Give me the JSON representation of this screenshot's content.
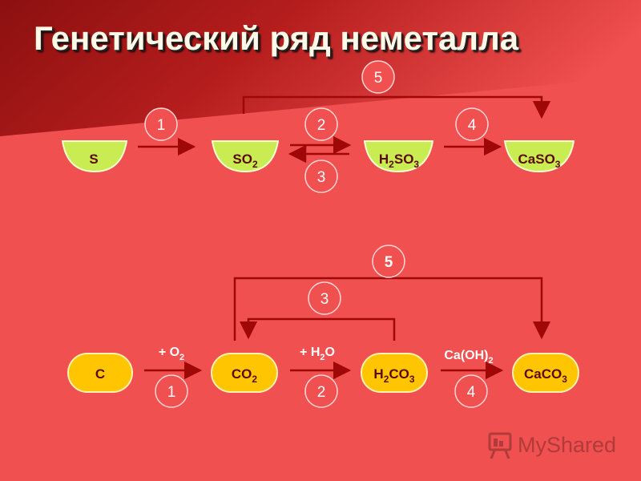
{
  "title": "Генетический ряд неметалла",
  "colors": {
    "background": "#f0504f",
    "dark_band": "#9a1616",
    "bowl_fill": "#c9ec52",
    "bowl_stroke": "#f7ffd0",
    "pill_fill": "#ffc600",
    "pill_stroke": "#fff2b0",
    "line": "#a00808",
    "circle_stroke": "#ffd6d6",
    "text_dark": "#5a0a0a"
  },
  "sulfur_chain": {
    "compounds": [
      {
        "id": "s",
        "base": "S",
        "sub": "",
        "tail": ""
      },
      {
        "id": "so2",
        "base": "SO",
        "sub": "2",
        "tail": ""
      },
      {
        "id": "h2so3",
        "base": "H",
        "sub": "2",
        "mid": "SO",
        "sub2": "3"
      },
      {
        "id": "caso3",
        "base": "CaSO",
        "sub": "3",
        "tail": ""
      }
    ],
    "steps": {
      "s1": "1",
      "s2": "2",
      "s3": "3",
      "s4": "4",
      "s5": "5"
    }
  },
  "carbon_chain": {
    "compounds": [
      {
        "id": "c",
        "base": "C",
        "sub": "",
        "tail": ""
      },
      {
        "id": "co2",
        "base": "CO",
        "sub": "2",
        "tail": ""
      },
      {
        "id": "h2co3",
        "base": "H",
        "sub": "2",
        "mid": "CO",
        "sub2": "3"
      },
      {
        "id": "caco3",
        "base": "CaCO",
        "sub": "3",
        "tail": ""
      }
    ],
    "steps": {
      "s1": "1",
      "s2": "2",
      "s3": "3",
      "s4": "4",
      "s5": "5"
    },
    "reagents": {
      "r1_base": "+ O",
      "r1_sub": "2",
      "r2_base": "+ H",
      "r2_sub": "2",
      "r2_tail": "O",
      "r4_base": "Ca(OH)",
      "r4_sub": "2"
    }
  },
  "watermark": {
    "icon": "presentation-screen-icon",
    "text": "MyShared"
  }
}
